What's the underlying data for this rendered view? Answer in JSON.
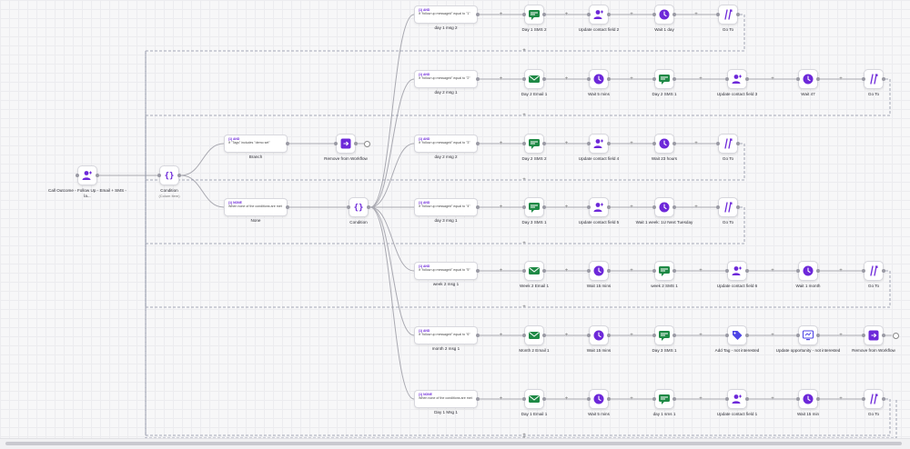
{
  "colors": {
    "accent": "#6d28d9",
    "sms": "#1f8a46",
    "email": "#1f8a46",
    "contact": "#6d28d9",
    "wait": "#6d28d9",
    "goto": "#6d28d9",
    "loop": "#8a8fa3"
  },
  "trigger": {
    "label": "Call Outcome - Follow Up - Email + SMS - la...",
    "icon": "contact-icon"
  },
  "condition1": {
    "label": "Condition",
    "sublabel": "(Colum Item)",
    "icon": "condition-icon"
  },
  "branches1": [
    {
      "tag": "(1) AND",
      "condition": "If \"Tags\" includes \"demo set\"",
      "name": "Branch",
      "steps": [
        {
          "label": "Remove from Workflow",
          "icon": "remove-workflow-icon"
        }
      ]
    },
    {
      "tag": "(1) NONE",
      "condition": "When none of the conditions are met",
      "name": "None"
    }
  ],
  "condition2": {
    "label": "Condition",
    "icon": "condition-icon"
  },
  "branches2": [
    {
      "tag": "(1) AND",
      "condition": "If \"follow up message#\" equal to \"1\"",
      "name": "day 1 msg 2",
      "steps": [
        {
          "label": "Day 1 SMS 2",
          "icon": "sms-icon"
        },
        {
          "label": "Update contact field 2",
          "icon": "contact-icon"
        },
        {
          "label": "Wait 1 day",
          "icon": "wait-icon"
        },
        {
          "label": "Go To",
          "icon": "goto-icon"
        }
      ]
    },
    {
      "tag": "(1) AND",
      "condition": "If \"follow up message#\" equal to \"2\"",
      "name": "day 2 msg 1",
      "steps": [
        {
          "label": "Day 2 Email 1",
          "icon": "email-icon"
        },
        {
          "label": "Wait 5 mins",
          "icon": "wait-icon"
        },
        {
          "label": "Day 2 SMS 1",
          "icon": "sms-icon"
        },
        {
          "label": "Update contact field 3",
          "icon": "contact-icon"
        },
        {
          "label": "Wait 47",
          "icon": "wait-icon"
        },
        {
          "label": "Go To",
          "icon": "goto-icon"
        }
      ]
    },
    {
      "tag": "(1) AND",
      "condition": "If \"follow up message#\" equal to \"3\"",
      "name": "day 2 msg 2",
      "steps": [
        {
          "label": "Day 2 SMS 2",
          "icon": "sms-icon"
        },
        {
          "label": "Update contact field 4",
          "icon": "contact-icon"
        },
        {
          "label": "Wait 23 hours",
          "icon": "wait-icon"
        },
        {
          "label": "Go To",
          "icon": "goto-icon"
        }
      ]
    },
    {
      "tag": "(1) AND",
      "condition": "If \"follow up message#\" equal to \"4\"",
      "name": "day 3 msg 1",
      "steps": [
        {
          "label": "Day 3 SMS 1",
          "icon": "sms-icon"
        },
        {
          "label": "Update contact field 5",
          "icon": "contact-icon"
        },
        {
          "label": "Wait 1 week: 1U Next Tuesday",
          "icon": "wait-icon"
        },
        {
          "label": "Go To",
          "icon": "goto-icon"
        }
      ]
    },
    {
      "tag": "(1) AND",
      "condition": "If \"follow up message#\" equal to \"5\"",
      "name": "week 2 msg 1",
      "steps": [
        {
          "label": "Week 2 Email 1",
          "icon": "email-icon"
        },
        {
          "label": "Wait 15 mins",
          "icon": "wait-icon"
        },
        {
          "label": "week 2 SMS 1",
          "icon": "sms-icon"
        },
        {
          "label": "Update contact field 6",
          "icon": "contact-icon"
        },
        {
          "label": "Wait 1 month",
          "icon": "wait-icon"
        },
        {
          "label": "Go To",
          "icon": "goto-icon"
        }
      ]
    },
    {
      "tag": "(1) AND",
      "condition": "If \"follow up message#\" equal to \"6\"",
      "name": "month 2 msg 1",
      "steps": [
        {
          "label": "Month 2 Email 1",
          "icon": "email-icon"
        },
        {
          "label": "Wait 15 mins",
          "icon": "wait-icon"
        },
        {
          "label": "Day 3 SMS 1",
          "icon": "sms-icon"
        },
        {
          "label": "Add Tag - not interested",
          "icon": "tag-icon"
        },
        {
          "label": "Update opportunity - not interested",
          "icon": "opportunity-icon"
        },
        {
          "label": "Remove from Workflow",
          "icon": "remove-workflow-icon"
        }
      ]
    },
    {
      "tag": "(1) NONE",
      "condition": "When none of the conditions are met",
      "name": "Day 1 Msg 1",
      "steps": [
        {
          "label": "Day 1 Email 1",
          "icon": "email-icon"
        },
        {
          "label": "Wait 5 mins",
          "icon": "wait-icon"
        },
        {
          "label": "day 1 sms 1",
          "icon": "sms-icon"
        },
        {
          "label": "Update contact field 1",
          "icon": "contact-icon"
        },
        {
          "label": "Wait 15 min",
          "icon": "wait-icon"
        },
        {
          "label": "Go To",
          "icon": "goto-icon"
        }
      ]
    }
  ]
}
